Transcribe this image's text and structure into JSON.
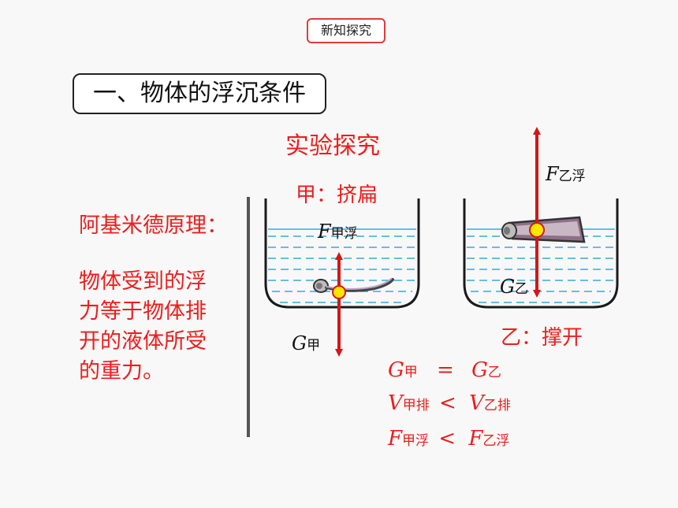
{
  "badge": "新知探究",
  "section_title": "一、物体的浮沉条件",
  "experiment_title": "实验探究",
  "beaker_a_label": "甲：挤扁",
  "beaker_b_label": "乙：撑开",
  "archimedes_title": "阿基米德原理：",
  "principle_lines": [
    "物体受到的浮",
    "力等于物体排",
    "开的液体所受",
    "的重力。"
  ],
  "force_labels": {
    "f_a": {
      "main": "F",
      "sub": "甲浮"
    },
    "g_a": {
      "main": "G",
      "sub": "甲"
    },
    "f_b": {
      "main": "F",
      "sub": "乙浮"
    },
    "g_b": {
      "main": "G",
      "sub": "乙"
    }
  },
  "comparisons": [
    {
      "left_main": "G",
      "left_sub": "甲",
      "op": "=",
      "right_main": "G",
      "right_sub": "乙"
    },
    {
      "left_main": "V",
      "left_sub": "甲排",
      "op": "<",
      "right_main": "V",
      "right_sub": "乙排"
    },
    {
      "left_main": "F",
      "left_sub": "甲浮",
      "op": "<",
      "right_main": "F",
      "right_sub": "乙浮"
    }
  ],
  "colors": {
    "accent": "#ee1c1c",
    "water": "#3aa7d8",
    "arrow": "#d01818",
    "center": "#ffe600"
  }
}
